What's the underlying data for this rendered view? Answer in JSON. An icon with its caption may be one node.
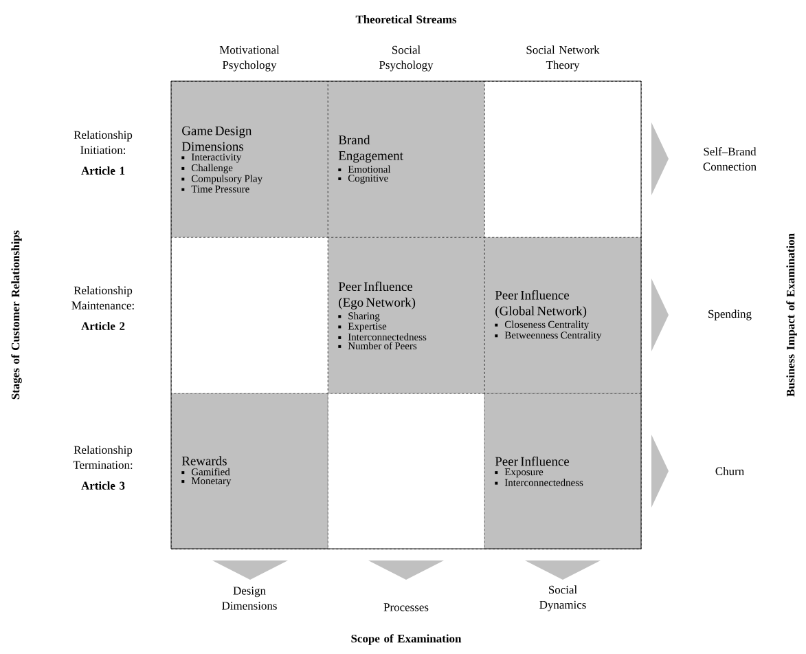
{
  "diagram": {
    "nodes": [
      {
        "text": [
          "Game Design Dimensions",
          "Interactivity",
          "Challenge",
          "Compulsory Play",
          "Time Pressure"
        ]
      },
      {
        "text": [
          "Brand Engagement",
          "Emotional",
          "Cognitive"
        ]
      },
      {
        "text": [],
        "shape": "box"
      },
      {
        "text": [],
        "shape": "box"
      },
      {
        "text": [
          "Peer Influence (Ego Network)",
          "Sharing",
          "Expertise",
          "Interconnectedness",
          "Number of Peers"
        ]
      },
      {
        "text": [
          "Peer Influence (Global Network)",
          "Closeness Centrality",
          "Betweenness Centrality"
        ]
      },
      {
        "text": [
          "Rewards",
          "Gamified",
          "Monetary"
        ]
      },
      {
        "text": [],
        "shape": "box"
      },
      {
        "text": [
          "Peer Influence",
          "Exposure",
          "Interconnectedness"
        ]
      }
    ],
    "labels": [
      "Theoretical Streams",
      "Motivational Psychology",
      "Social Psychology",
      "Social Network Theory",
      "Stages of Customer Relationships",
      "Relationship Initiation:",
      "Article 1",
      "Self–Brand Connection",
      "Business Impact of Examination",
      "Relationship Maintenance:",
      "Article 2",
      "Spending",
      "Relationship Termination:",
      "Article 3",
      "Churn",
      "Design Dimensions",
      "Processes",
      "Social Dynamics",
      "Scope of Examination"
    ]
  }
}
